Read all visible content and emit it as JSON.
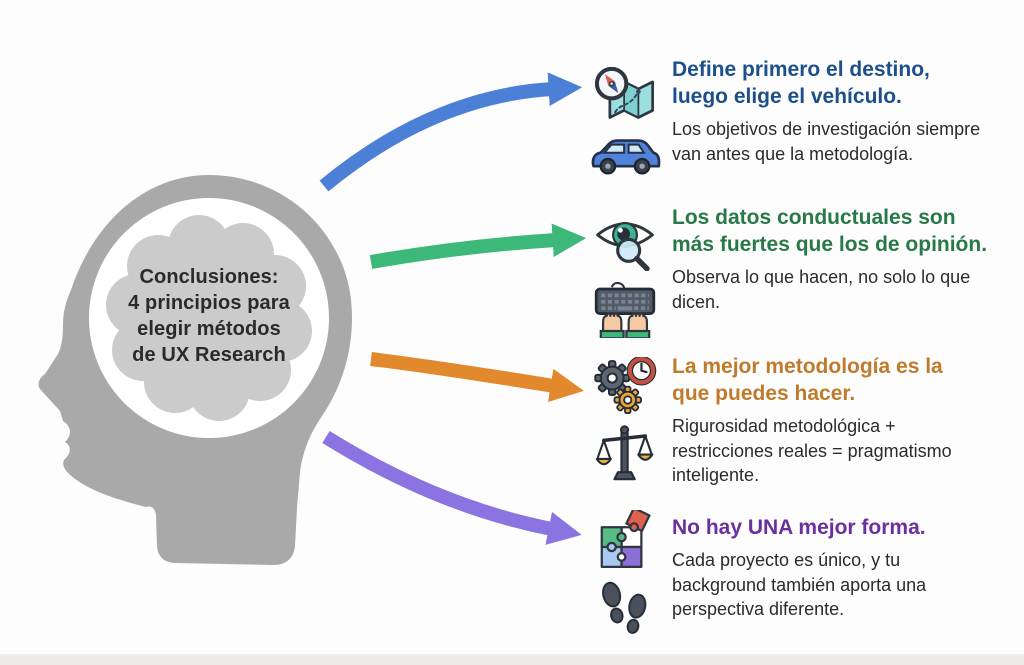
{
  "brain": {
    "text": "Conclusiones:\n4 principios para\nelegir métodos\nde UX Research"
  },
  "colors": {
    "background": "#fdfdfd",
    "head": "#a9a9a9",
    "brain_cloud": "#cbcbcb",
    "body_text": "#2b2b2b"
  },
  "principles": [
    {
      "id": 1,
      "title": "Define primero el destino,\nluego elige el vehículo.",
      "description": "Los objetivos de investigación siempre\nvan antes que la metodología.",
      "accent": "#1d4f8a",
      "arrow_color": "#4b80d6",
      "icons": [
        "compass-map-icon",
        "car-icon"
      ]
    },
    {
      "id": 2,
      "title": "Los datos conductuales son\nmás fuertes que los de opinión.",
      "description": "Observa lo que hacen, no solo lo que\ndicen.",
      "accent": "#277a47",
      "arrow_color": "#3cb878",
      "icons": [
        "eye-magnifier-icon",
        "keyboard-hands-icon"
      ]
    },
    {
      "id": 3,
      "title": "La mejor metodología es la\nque puedes hacer.",
      "description": "Rigurosidad metodológica +\nrestricciones reales = pragmatismo\ninteligente.",
      "accent": "#c07a2b",
      "arrow_color": "#e2882d",
      "icons": [
        "gears-clock-icon",
        "balance-scale-icon"
      ]
    },
    {
      "id": 4,
      "title": "No hay UNA mejor forma.",
      "description": "Cada proyecto es único, y tu\nbackground también aporta una\nperspectiva diferente.",
      "accent": "#6c2f9e",
      "arrow_color": "#8a74e2",
      "icons": [
        "puzzle-pieces-icon",
        "footprints-icon"
      ]
    }
  ]
}
